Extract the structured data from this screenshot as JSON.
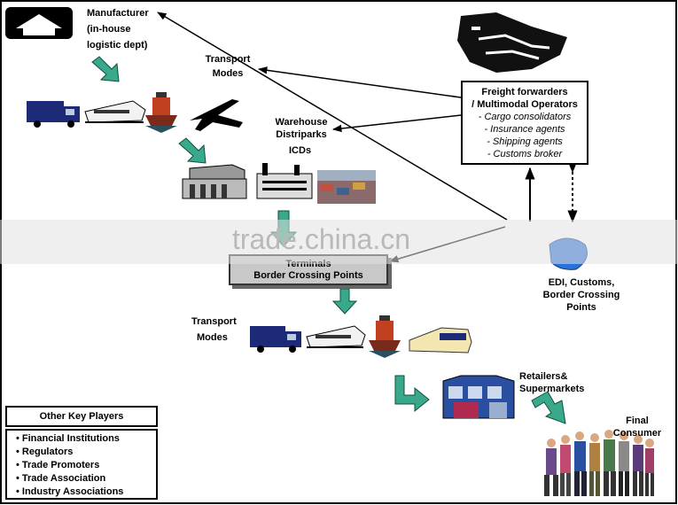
{
  "labels": {
    "manufacturer": [
      "Manufacturer",
      "(in-house",
      "logistic dept)"
    ],
    "transport_modes_top": [
      "Transport",
      "Modes"
    ],
    "warehouse": [
      "Warehouse",
      "Distriparks"
    ],
    "icds": "ICDs",
    "terminals": [
      "Terminals",
      "Border Crossing Points"
    ],
    "transport_modes_bottom": [
      "Transport",
      "Modes"
    ],
    "edi": [
      "EDI, Customs,",
      "Border Crossing",
      "Points"
    ],
    "retailers": [
      "Retailers&",
      "Supermarkets"
    ],
    "final_consumer": [
      "Final",
      "Consumer"
    ]
  },
  "freight_forwarders": {
    "title": [
      "Freight forwarders",
      "/ Multimodal Operators"
    ],
    "items": [
      "- Cargo consolidators",
      "- Insurance agents",
      "- Shipping agents",
      "- Customs broker"
    ]
  },
  "other_key_players": {
    "title": "Other Key Players",
    "items": [
      "• Financial Institutions",
      "• Regulators",
      "• Trade Promoters",
      "• Trade Association",
      "•  Industry Associations"
    ]
  },
  "watermark": "trade.china.cn",
  "colors": {
    "arrow_fill": "#3aa88a",
    "arrow_stroke": "#0f5040",
    "terminal_bg": "#c8c8c8",
    "truck_blue": "#1c2a78",
    "store_blue": "#2a4fa0"
  },
  "icons": [
    "house-logo-icon",
    "truck-icon",
    "train-icon",
    "ship-icon",
    "airplane-icon",
    "warehouse-icon",
    "factory-icon",
    "container-port-icon",
    "handshake-icon",
    "store-icon",
    "people-group-icon",
    "globe-icon"
  ]
}
